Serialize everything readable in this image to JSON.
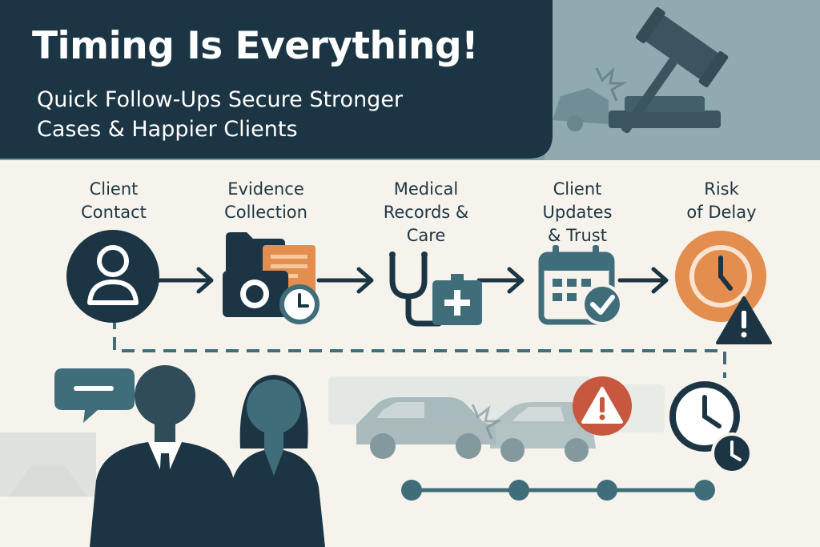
{
  "header": {
    "title": "Timing Is Everything!",
    "subtitle_line1": "Quick Follow-Ups Secure Stronger",
    "subtitle_line2": "Cases & Happier Clients"
  },
  "steps": [
    {
      "lines": [
        "Client",
        "Contact"
      ],
      "icon": "person-icon"
    },
    {
      "lines": [
        "Evidence",
        "Collection"
      ],
      "icon": "folder-camera-clock-icon"
    },
    {
      "lines": [
        "Medical",
        "Records &",
        "Care"
      ],
      "icon": "stethoscope-first-aid-icon"
    },
    {
      "lines": [
        "Client",
        "Updates",
        "& Trust"
      ],
      "icon": "calendar-check-icon"
    },
    {
      "lines": [
        "Risk",
        "of Delay"
      ],
      "icon": "clock-warning-icon"
    }
  ],
  "colors": {
    "navy": "#1c3544",
    "teal": "#3f6e7a",
    "orange": "#e38e4f",
    "red": "#c7573e",
    "background": "#f6f3ec"
  }
}
